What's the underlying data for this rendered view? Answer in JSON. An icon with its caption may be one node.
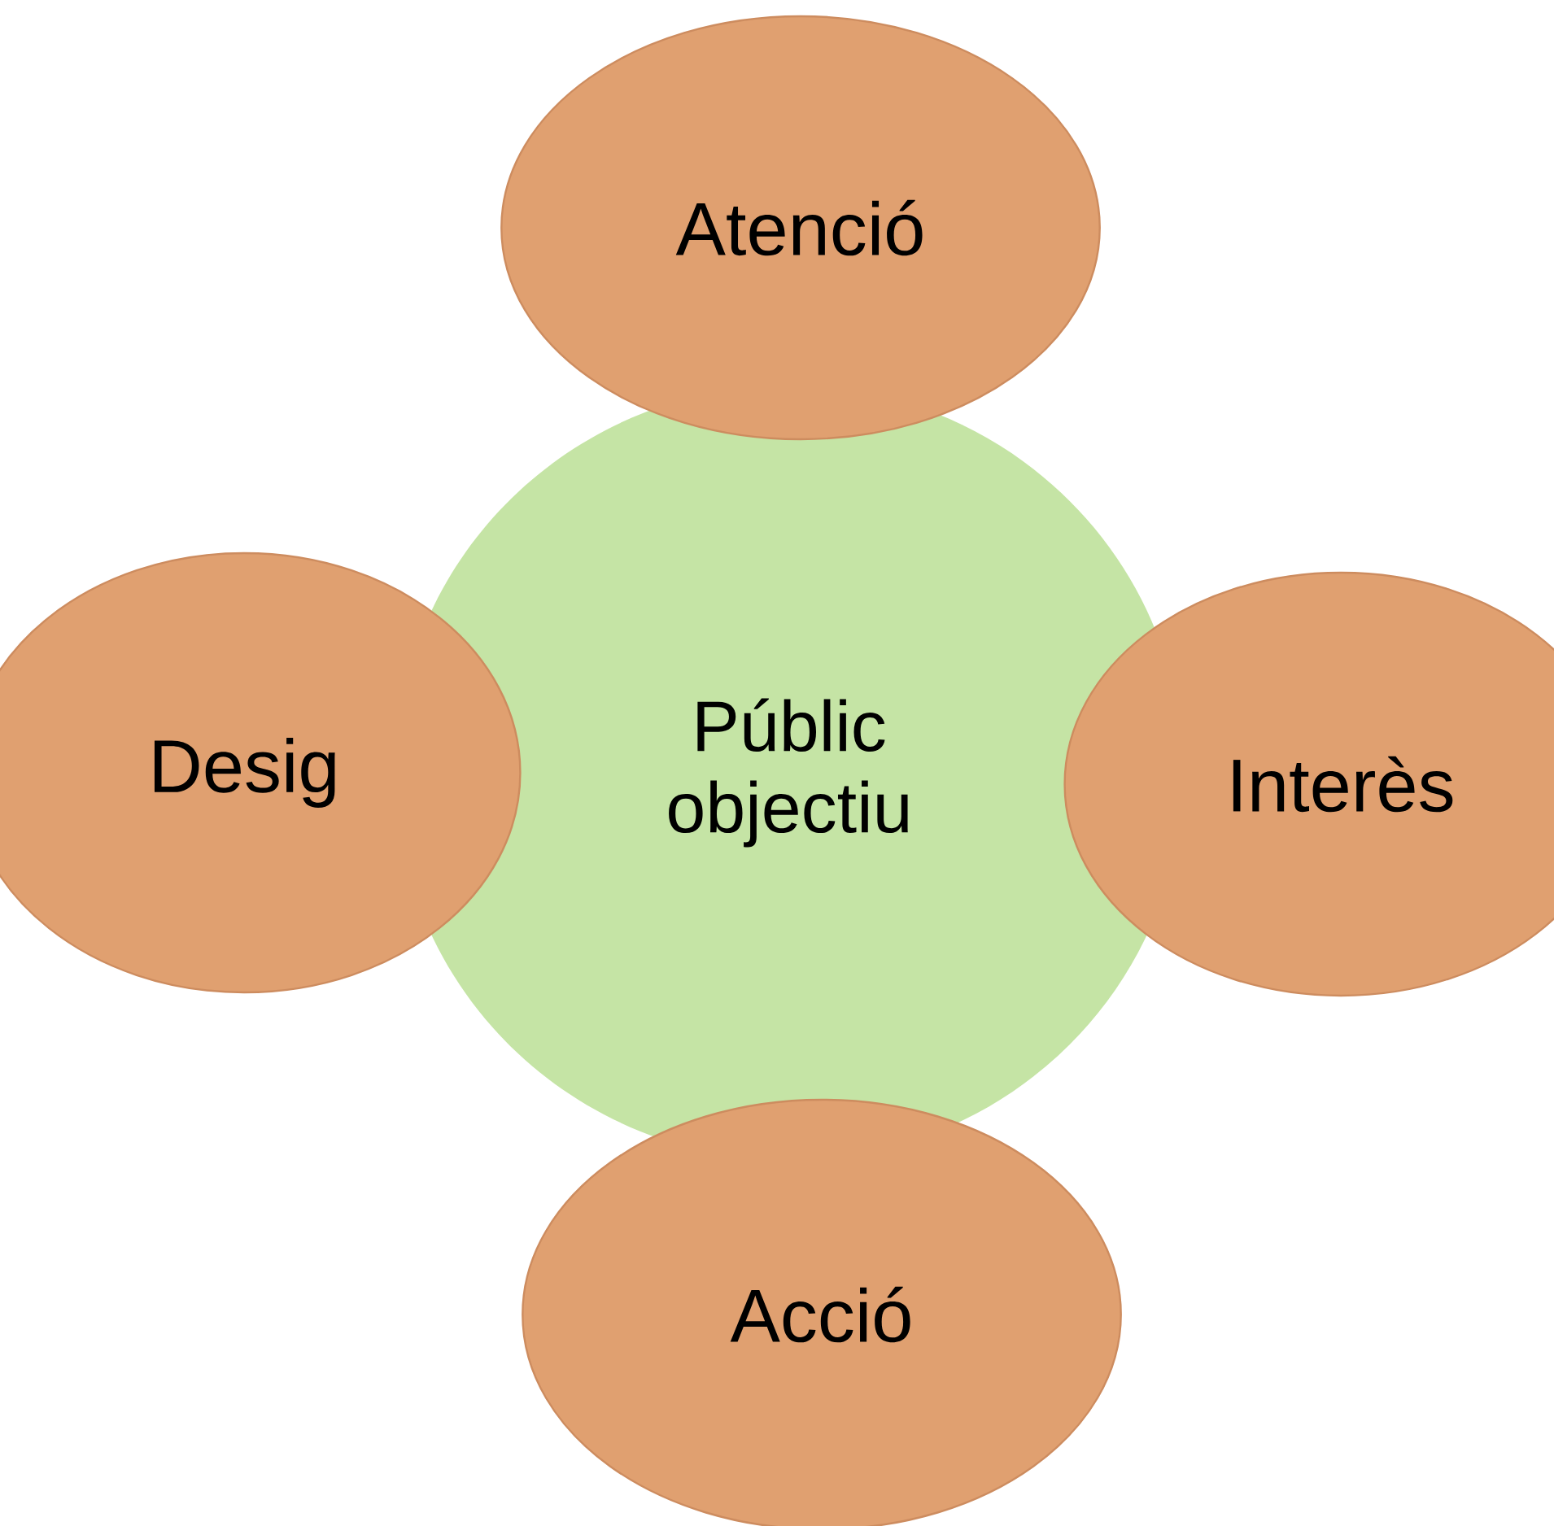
{
  "diagram": {
    "nodes": [
      {
        "text": [
          "Atenció"
        ]
      },
      {
        "text": [
          "Desig"
        ]
      },
      {
        "text": [
          "Públic objectiu"
        ]
      },
      {
        "text": [
          "Interès"
        ]
      },
      {
        "text": [
          "Acció"
        ]
      }
    ]
  }
}
